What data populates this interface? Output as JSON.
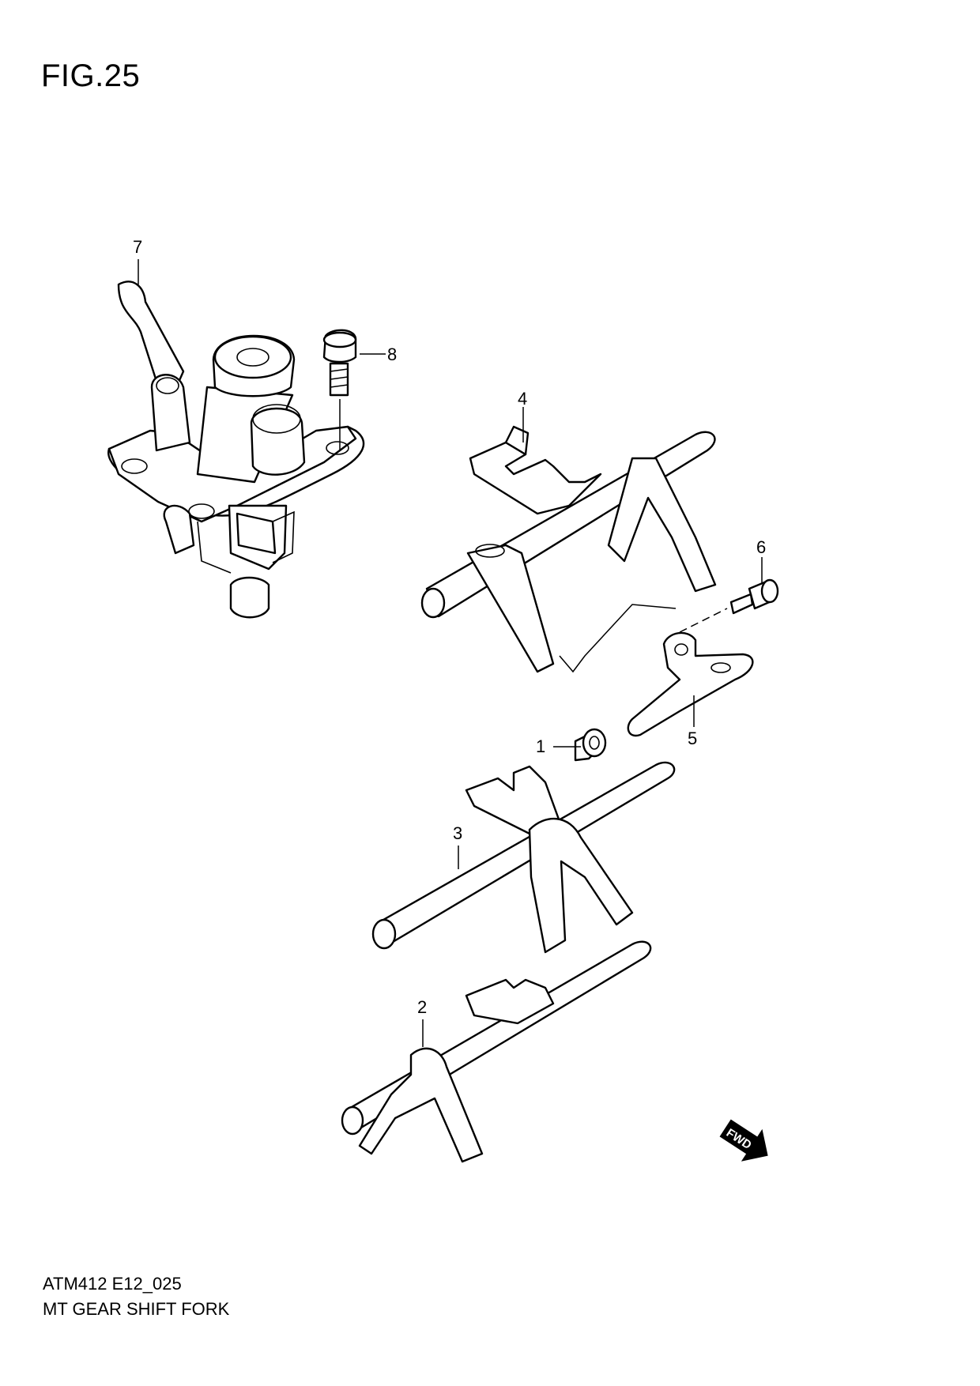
{
  "figure": {
    "title": "FIG.25",
    "code": "ATM412 E12_025",
    "name": "MT GEAR SHIFT FORK"
  },
  "callouts": [
    "1",
    "2",
    "3",
    "4",
    "5",
    "6",
    "7",
    "8"
  ],
  "fwd_label": "FWD"
}
